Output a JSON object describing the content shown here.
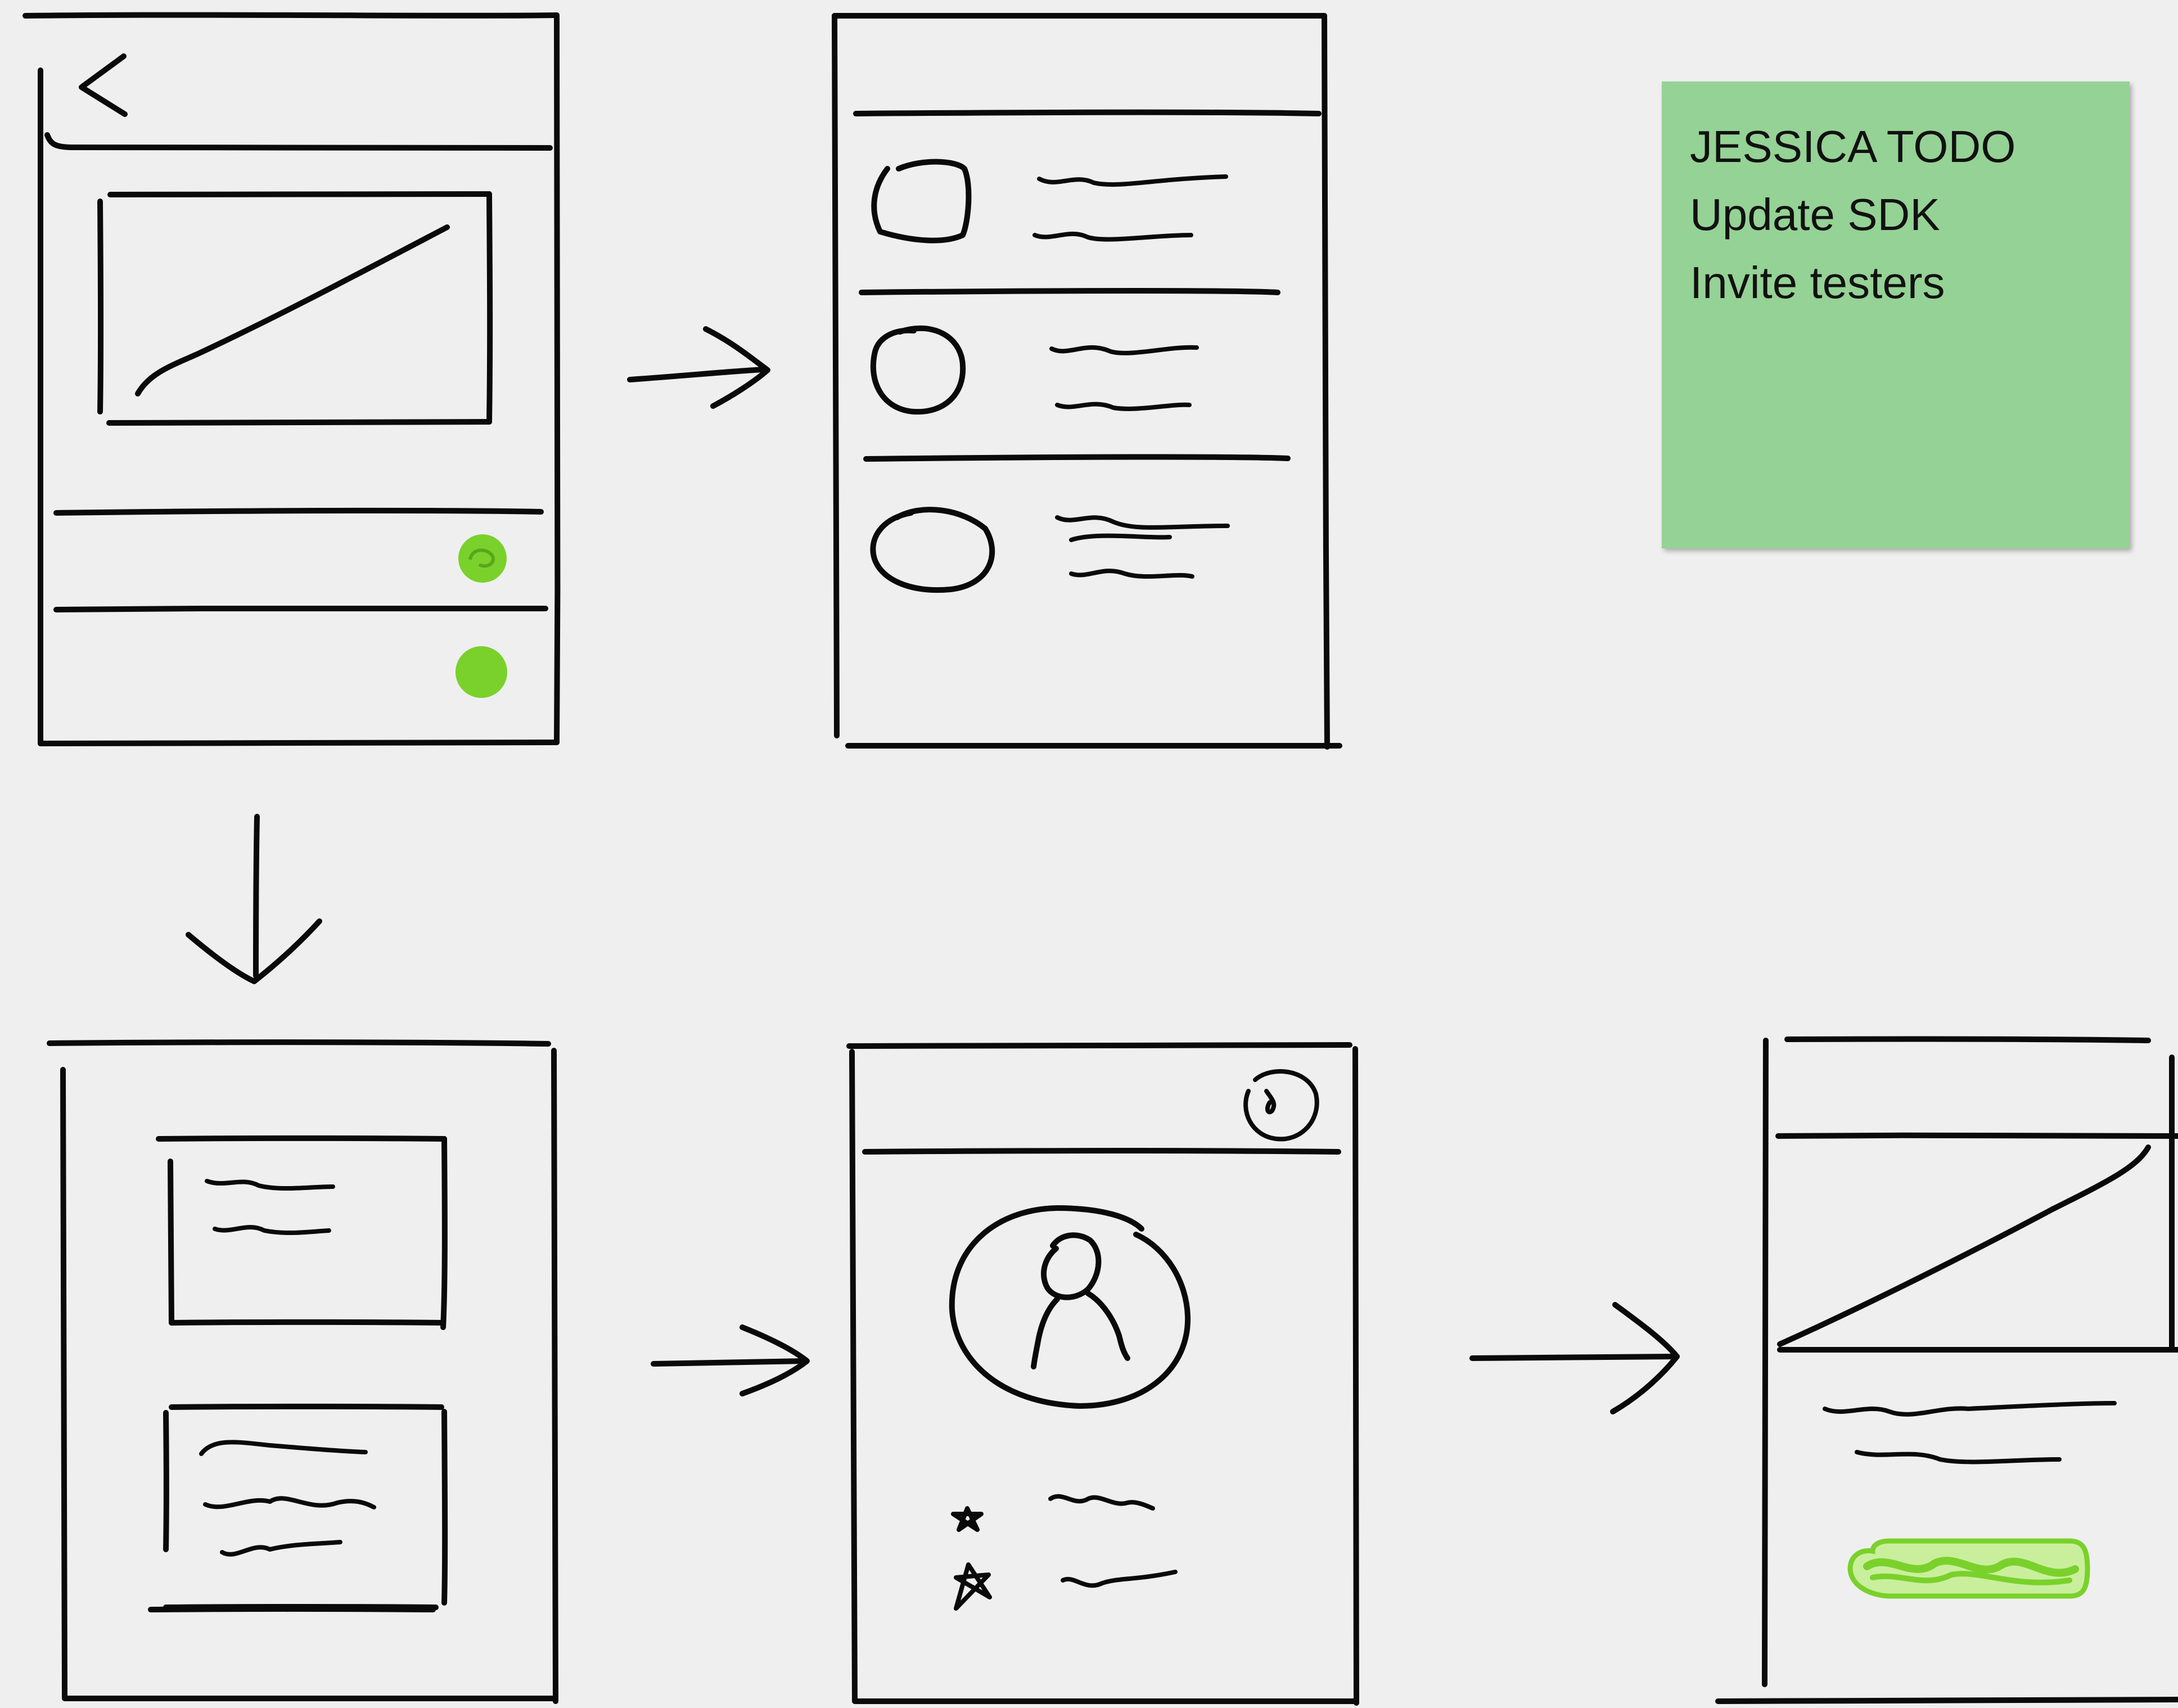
{
  "sticky_note": {
    "lines": [
      "JESSICA TODO",
      "Update SDK",
      "Invite testers"
    ],
    "color": "#95d295"
  },
  "colors": {
    "ink": "#0a0a0a",
    "paper": "#efefef",
    "accent_green": "#7ad12b"
  },
  "screens": [
    {
      "id": "screen-1",
      "contents": [
        "back-arrow-icon",
        "chart",
        "list-row",
        "list-row",
        "green-dot",
        "green-dot"
      ]
    },
    {
      "id": "screen-2",
      "contents": [
        "list-item",
        "list-item",
        "list-item"
      ]
    },
    {
      "id": "screen-3",
      "contents": [
        "card",
        "card"
      ]
    },
    {
      "id": "screen-4",
      "contents": [
        "avatar",
        "star-icon",
        "star-icon",
        "settings-icon"
      ]
    },
    {
      "id": "screen-5",
      "contents": [
        "chart",
        "text",
        "green-button"
      ]
    }
  ],
  "flow_arrows": [
    {
      "from": "screen-1",
      "to": "screen-2",
      "direction": "right"
    },
    {
      "from": "screen-1",
      "to": "screen-3",
      "direction": "down"
    },
    {
      "from": "screen-3",
      "to": "screen-4",
      "direction": "right"
    },
    {
      "from": "screen-4",
      "to": "screen-5",
      "direction": "right"
    }
  ]
}
